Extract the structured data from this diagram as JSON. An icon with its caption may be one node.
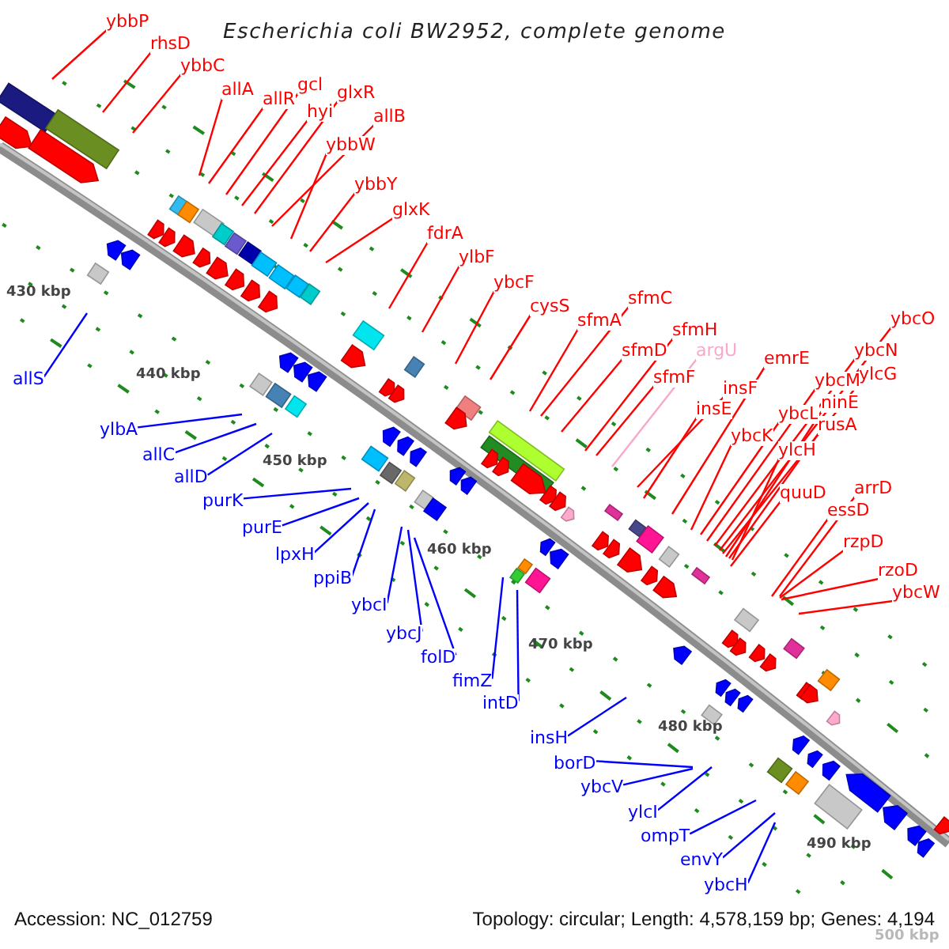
{
  "diagram": {
    "title": "Escherichia coli BW2952, complete genome",
    "nodes": [
      {
        "text": [
          "ybbP"
        ]
      },
      {
        "text": [
          "rhsD"
        ]
      },
      {
        "text": [
          "ybbC"
        ]
      },
      {
        "text": [
          "allA"
        ]
      },
      {
        "text": [
          "allR"
        ]
      },
      {
        "text": [
          "gcl"
        ]
      },
      {
        "text": [
          "hyi"
        ]
      },
      {
        "text": [
          "glxR"
        ]
      },
      {
        "text": [
          "allB"
        ]
      },
      {
        "text": [
          "ybbW"
        ]
      },
      {
        "text": [
          "ybbY"
        ]
      },
      {
        "text": [
          "glxK"
        ]
      },
      {
        "text": [
          "fdrA"
        ]
      },
      {
        "text": [
          "ylbF"
        ]
      },
      {
        "text": [
          "ybcF"
        ]
      },
      {
        "text": [
          "cysS"
        ]
      },
      {
        "text": [
          "sfmA"
        ]
      },
      {
        "text": [
          "sfmC"
        ]
      },
      {
        "text": [
          "sfmD"
        ]
      },
      {
        "text": [
          "sfmH"
        ]
      },
      {
        "text": [
          "sfmF"
        ]
      },
      {
        "text": [
          "argU"
        ]
      },
      {
        "text": [
          "emrE"
        ]
      },
      {
        "text": [
          "insF"
        ]
      },
      {
        "text": [
          "insE"
        ]
      },
      {
        "text": [
          "ybcK"
        ]
      },
      {
        "text": [
          "ybcL"
        ]
      },
      {
        "text": [
          "ybcM"
        ]
      },
      {
        "text": [
          "ybcN"
        ]
      },
      {
        "text": [
          "ybcO"
        ]
      },
      {
        "text": [
          "ylcG"
        ]
      },
      {
        "text": [
          "ninE"
        ]
      },
      {
        "text": [
          "rusA"
        ]
      },
      {
        "text": [
          "ylcH"
        ]
      },
      {
        "text": [
          "quuD"
        ]
      },
      {
        "text": [
          "arrD"
        ]
      },
      {
        "text": [
          "essD"
        ]
      },
      {
        "text": [
          "rzpD"
        ]
      },
      {
        "text": [
          "rzoD"
        ]
      },
      {
        "text": [
          "ybcW"
        ]
      },
      {
        "text": [
          "allS"
        ]
      },
      {
        "text": [
          "ylbA"
        ]
      },
      {
        "text": [
          "allC"
        ]
      },
      {
        "text": [
          "allD"
        ]
      },
      {
        "text": [
          "purK"
        ]
      },
      {
        "text": [
          "purE"
        ]
      },
      {
        "text": [
          "lpxH"
        ]
      },
      {
        "text": [
          "ppiB"
        ]
      },
      {
        "text": [
          "ybcI"
        ]
      },
      {
        "text": [
          "ybcJ"
        ]
      },
      {
        "text": [
          "folD"
        ]
      },
      {
        "text": [
          "fimZ"
        ]
      },
      {
        "text": [
          "intD"
        ]
      },
      {
        "text": [
          "insH"
        ]
      },
      {
        "text": [
          "borD"
        ]
      },
      {
        "text": [
          "ybcV"
        ]
      },
      {
        "text": [
          "ylcI"
        ]
      },
      {
        "text": [
          "ompT"
        ]
      },
      {
        "text": [
          "envY"
        ]
      },
      {
        "text": [
          "ybcH"
        ]
      }
    ],
    "edges": [
      {
        "from": 0,
        "to": null,
        "arrow": "none"
      },
      {
        "from": 1,
        "to": null,
        "arrow": "none"
      },
      {
        "from": 2,
        "to": null,
        "arrow": "none"
      },
      {
        "from": 3,
        "to": null,
        "arrow": "none"
      },
      {
        "from": 4,
        "to": null,
        "arrow": "none"
      },
      {
        "from": 5,
        "to": null,
        "arrow": "none"
      },
      {
        "from": 6,
        "to": null,
        "arrow": "none"
      },
      {
        "from": 7,
        "to": null,
        "arrow": "none"
      },
      {
        "from": 8,
        "to": null,
        "arrow": "none"
      },
      {
        "from": 9,
        "to": null,
        "arrow": "none"
      },
      {
        "from": 10,
        "to": null,
        "arrow": "none"
      },
      {
        "from": 11,
        "to": null,
        "arrow": "none"
      },
      {
        "from": 12,
        "to": null,
        "arrow": "none"
      },
      {
        "from": 13,
        "to": null,
        "arrow": "none"
      },
      {
        "from": 14,
        "to": null,
        "arrow": "none"
      },
      {
        "from": 15,
        "to": null,
        "arrow": "none"
      },
      {
        "from": 16,
        "to": null,
        "arrow": "none"
      },
      {
        "from": 17,
        "to": null,
        "arrow": "none"
      },
      {
        "from": 18,
        "to": null,
        "arrow": "none"
      },
      {
        "from": 19,
        "to": null,
        "arrow": "none"
      },
      {
        "from": 20,
        "to": null,
        "arrow": "none"
      },
      {
        "from": 21,
        "to": null,
        "arrow": "none",
        "color": "#f7a8cc"
      },
      {
        "from": 22,
        "to": null,
        "arrow": "none"
      },
      {
        "from": 23,
        "to": null,
        "arrow": "none"
      },
      {
        "from": 24,
        "to": null,
        "arrow": "none"
      },
      {
        "from": 25,
        "to": null,
        "arrow": "none"
      },
      {
        "from": 26,
        "to": null,
        "arrow": "none"
      },
      {
        "from": 27,
        "to": null,
        "arrow": "none"
      },
      {
        "from": 28,
        "to": null,
        "arrow": "none"
      },
      {
        "from": 29,
        "to": null,
        "arrow": "none"
      },
      {
        "from": 30,
        "to": null,
        "arrow": "none"
      },
      {
        "from": 31,
        "to": null,
        "arrow": "none"
      },
      {
        "from": 32,
        "to": null,
        "arrow": "none"
      },
      {
        "from": 33,
        "to": null,
        "arrow": "none"
      },
      {
        "from": 34,
        "to": null,
        "arrow": "none"
      },
      {
        "from": 35,
        "to": null,
        "arrow": "none"
      },
      {
        "from": 36,
        "to": null,
        "arrow": "none"
      },
      {
        "from": 37,
        "to": null,
        "arrow": "none"
      },
      {
        "from": 38,
        "to": null,
        "arrow": "none"
      },
      {
        "from": 39,
        "to": null,
        "arrow": "none"
      },
      {
        "from": 40,
        "to": null,
        "arrow": "none",
        "color": "#0000ff"
      },
      {
        "from": 41,
        "to": null,
        "arrow": "none",
        "color": "#0000ff"
      },
      {
        "from": 42,
        "to": null,
        "arrow": "none",
        "color": "#0000ff"
      },
      {
        "from": 43,
        "to": null,
        "arrow": "none",
        "color": "#0000ff"
      },
      {
        "from": 44,
        "to": null,
        "arrow": "none",
        "color": "#0000ff"
      },
      {
        "from": 45,
        "to": null,
        "arrow": "none",
        "color": "#0000ff"
      },
      {
        "from": 46,
        "to": null,
        "arrow": "none",
        "color": "#0000ff"
      },
      {
        "from": 47,
        "to": null,
        "arrow": "none",
        "color": "#0000ff"
      },
      {
        "from": 48,
        "to": null,
        "arrow": "none",
        "color": "#0000ff"
      },
      {
        "from": 49,
        "to": null,
        "arrow": "none",
        "color": "#0000ff"
      },
      {
        "from": 50,
        "to": null,
        "arrow": "none",
        "color": "#0000ff"
      },
      {
        "from": 51,
        "to": null,
        "arrow": "none",
        "color": "#0000ff"
      },
      {
        "from": 52,
        "to": null,
        "arrow": "none",
        "color": "#0000ff"
      },
      {
        "from": 53,
        "to": null,
        "arrow": "none",
        "color": "#0000ff"
      },
      {
        "from": 54,
        "to": null,
        "arrow": "none",
        "color": "#0000ff"
      },
      {
        "from": 55,
        "to": null,
        "arrow": "none",
        "color": "#0000ff"
      },
      {
        "from": 56,
        "to": null,
        "arrow": "none",
        "color": "#0000ff"
      },
      {
        "from": 57,
        "to": null,
        "arrow": "none",
        "color": "#0000ff"
      },
      {
        "from": 58,
        "to": null,
        "arrow": "none",
        "color": "#0000ff"
      },
      {
        "from": 59,
        "to": null,
        "arrow": "none",
        "color": "#0000ff"
      }
    ],
    "labels": [
      "430 kbp",
      "440 kbp",
      "450 kbp",
      "460 kbp",
      "470 kbp",
      "480 kbp",
      "490 kbp",
      "500 kbp",
      "Accession: NC_012759",
      "Topology: circular; Length: 4,578,159 bp; Genes: 4,194"
    ]
  }
}
